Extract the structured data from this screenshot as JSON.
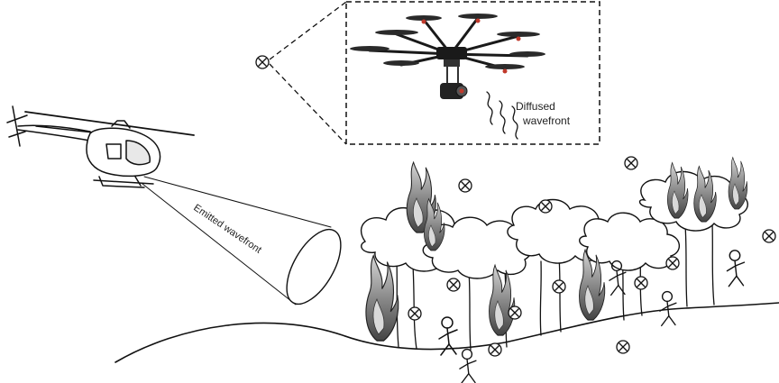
{
  "labels": {
    "emitted": "Emitted wavefront",
    "diffused_line1": "Diffused",
    "diffused_line2": "wavefront"
  },
  "marker_glyph": "⊗",
  "colors": {
    "ink": "#111111",
    "flame_dark": "#555555",
    "flame_light": "#bdbdbd",
    "drone_frame": "#1a1a1a",
    "drone_accent": "#c0392b"
  }
}
